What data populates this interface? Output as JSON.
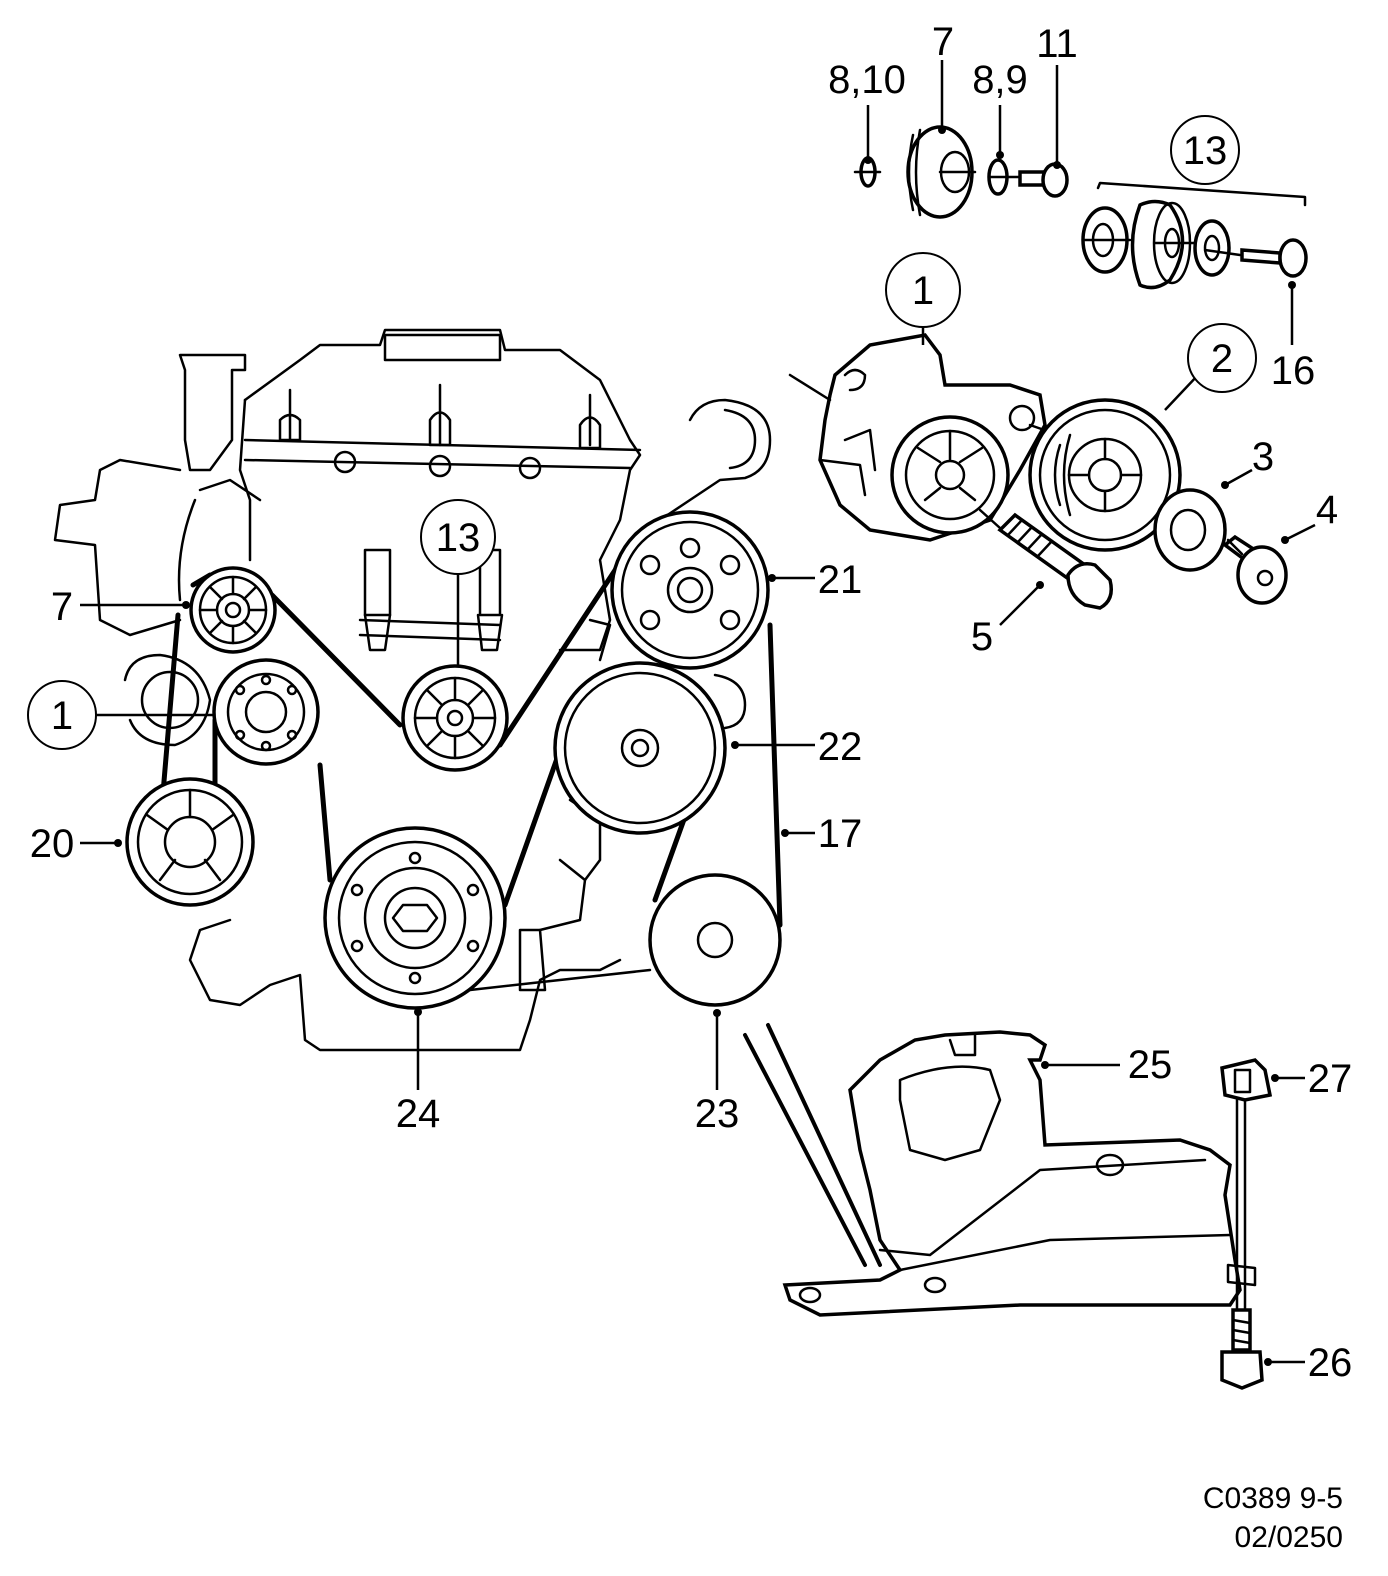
{
  "callouts": {
    "c8_10": "8,10",
    "c7_top": "7",
    "c8_9": "8,9",
    "c11": "11",
    "c13_top": "13",
    "c1_top": "1",
    "c2": "2",
    "c16": "16",
    "c3": "3",
    "c4": "4",
    "c5": "5",
    "c21": "21",
    "c22": "22",
    "c17": "17",
    "c13_mid": "13",
    "c7_left": "7",
    "c1_left": "1",
    "c20": "20",
    "c24": "24",
    "c23": "23",
    "c25": "25",
    "c27": "27",
    "c26": "26"
  },
  "reference": {
    "code": "C0389 9-5",
    "number": "02/0250"
  }
}
